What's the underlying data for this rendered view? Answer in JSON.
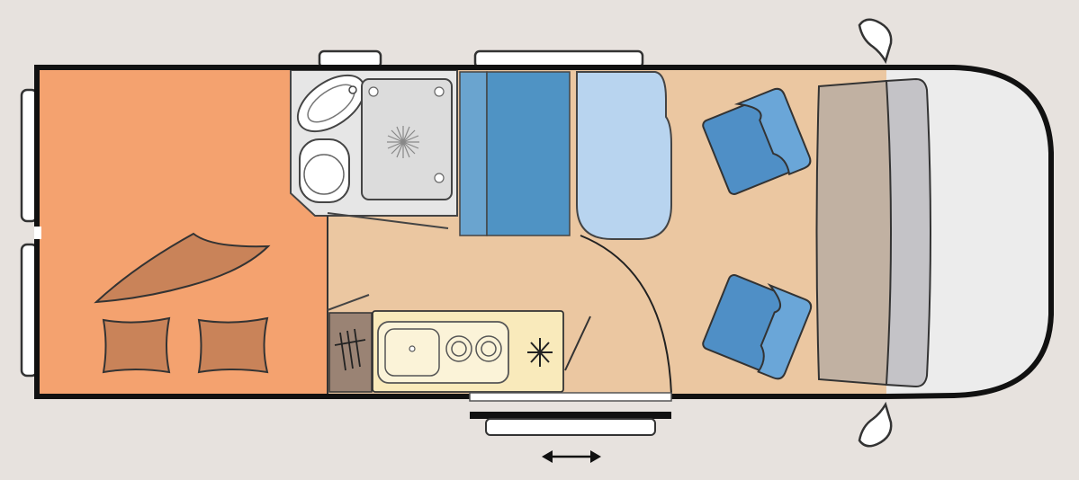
{
  "diagram": {
    "kind": "motorhome-floor-plan",
    "areas": [
      "bedroom",
      "bathroom",
      "kitchen",
      "dinette",
      "cab"
    ],
    "icons": [
      "double-bed-icon",
      "pillow-icon",
      "washbasin-icon",
      "toilet-icon",
      "shower-icon",
      "sink-icon",
      "hob-icon",
      "fridge-icon",
      "cab-seat-icon",
      "sliding-door-arrow-icon"
    ],
    "colors": {
      "background": "#e7e2de",
      "bedroom": "#f4a26f",
      "living_floor": "#ebc7a1",
      "bath_fixtures": "#e6e6e6",
      "dinette_bench": "#4f93c4",
      "dinette_table": "#b8d4ef",
      "cab_seat": "#4f8fc6",
      "dashboard": "#c1b1a2",
      "windshield": "#c4c3c7",
      "cab_nose": "#ececec",
      "kitchen_counter": "#f9eabb",
      "wall": "#111111"
    }
  }
}
